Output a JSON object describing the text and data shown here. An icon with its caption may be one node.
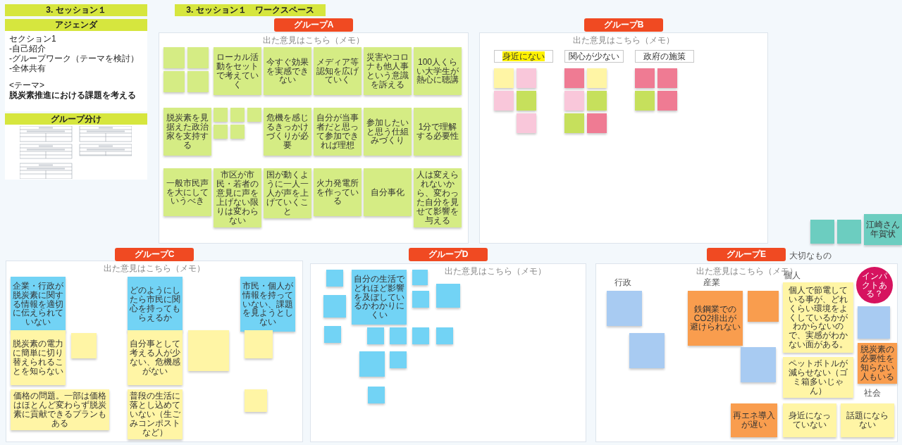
{
  "diagram": {
    "nodes": [
      {
        "text": [
          "3. セッション１"
        ]
      },
      {
        "text": [
          "3. セッション１　ワークスペース"
        ]
      },
      {
        "text": [
          "アジェンダ",
          "セクション1",
          "-自己紹介",
          "-グループワーク（テーマを検討）",
          "-全体共有",
          "<テーマ>",
          "脱炭素推進における課題を考える"
        ]
      },
      {
        "text": [
          "グループ分け"
        ]
      },
      {
        "text": [
          "出た意見はこちら（メモ）"
        ]
      },
      {
        "text": [],
        "shape": "box",
        "in": 4
      },
      {
        "text": [],
        "shape": "box",
        "in": 4
      },
      {
        "text": [],
        "shape": "box",
        "in": 4
      },
      {
        "text": [],
        "shape": "box",
        "in": 4
      },
      {
        "text": [
          "今すぐ効果を実感できない"
        ],
        "in": 4
      },
      {
        "text": [
          "メディア等認知を広げていく"
        ],
        "in": 4
      },
      {
        "text": [],
        "shape": "box",
        "in": 4
      },
      {
        "text": [
          "災害やコロナも他人事という意識を訴える"
        ],
        "in": 4
      },
      {
        "text": [
          "100人くらい大学生が熱心に聴講"
        ],
        "in": 4
      },
      {
        "text": [
          "ローカル活動をセットで考えていく"
        ],
        "in": 4
      },
      {
        "text": [],
        "shape": "box",
        "in": 4
      },
      {
        "text": [],
        "shape": "box",
        "in": 4
      },
      {
        "text": [
          "危機を感じるきっかけづくりが必要"
        ],
        "in": 4
      },
      {
        "text": [
          "自分が当事者だと思って参加できれば理想"
        ],
        "in": 4
      },
      {
        "text": [
          "参加したいと思う仕組みづくり"
        ],
        "in": 4
      },
      {
        "text": [
          "1分で理解する必要性"
        ],
        "in": 4
      },
      {
        "text": [
          "脱炭素を見据えた政治家を支持する"
        ],
        "in": 4
      },
      {
        "text": [],
        "shape": "box",
        "in": 4
      },
      {
        "text": [
          "一般市民声を大にしていうべき"
        ],
        "in": 4
      },
      {
        "text": [
          "市区が市民・若者の意見に声を上げない限りは変わらない"
        ],
        "in": 4
      },
      {
        "text": [
          "国が動くように一人一人が声を上げていくこと"
        ],
        "in": 4
      },
      {
        "text": [
          "火力発電所を作っている"
        ],
        "in": 4
      },
      {
        "text": [
          "自分事化"
        ],
        "in": 4
      },
      {
        "text": [
          "人は変えられないから、変わった自分を見せて影響を与える"
        ],
        "in": 4
      },
      {
        "text": [],
        "shape": "box",
        "in": 4
      },
      {
        "text": [
          "出た意見はこちら（メモ）"
        ]
      },
      {
        "text": [
          "身近にない"
        ],
        "in": 30
      },
      {
        "text": [
          "関心が少ない"
        ],
        "in": 30
      },
      {
        "text": [
          "政府の施策"
        ],
        "in": 30
      },
      {
        "text": [],
        "shape": "box",
        "in": 30
      },
      {
        "text": [],
        "shape": "box",
        "in": 30
      },
      {
        "text": [],
        "shape": "box",
        "in": 30
      },
      {
        "text": [],
        "shape": "box",
        "in": 30
      },
      {
        "text": [],
        "shape": "box",
        "in": 30
      },
      {
        "text": [],
        "shape": "box",
        "in": 30
      },
      {
        "text": [],
        "shape": "box",
        "in": 30
      },
      {
        "text": [],
        "shape": "box",
        "in": 30
      },
      {
        "text": [],
        "shape": "box",
        "in": 30
      },
      {
        "text": [],
        "shape": "box",
        "in": 30
      },
      {
        "text": [],
        "shape": "box",
        "in": 30
      },
      {
        "text": [],
        "shape": "box",
        "in": 30
      },
      {
        "text": [],
        "shape": "box",
        "in": 30
      },
      {
        "text": [],
        "shape": "box",
        "in": 30
      },
      {
        "text": [],
        "shape": "box",
        "in": 30
      },
      {
        "text": [
          "出た意見はこちら（メモ）"
        ]
      },
      {
        "text": [
          "企業・行政が脱炭素に関する情報を適切に伝えられていない"
        ],
        "in": 49
      },
      {
        "text": [
          "どのようにしたら市民に関心を持ってもらえるか"
        ],
        "in": 49
      },
      {
        "text": [
          "市民・個人が情報を持っていない、課題を見ようとしない"
        ],
        "in": 49
      },
      {
        "text": [
          "脱炭素の電力に簡単に切り替えられることを知らない"
        ],
        "in": 49
      },
      {
        "text": [],
        "shape": "box",
        "in": 49
      },
      {
        "text": [
          "自分事として考える人が少ない、危機感がない"
        ],
        "in": 49
      },
      {
        "text": [],
        "shape": "box",
        "in": 49
      },
      {
        "text": [],
        "shape": "box",
        "in": 49
      },
      {
        "text": [
          "価格の問題。一部は価格はほとんど変わらず脱炭素に貢献できるプランもある"
        ],
        "in": 49
      },
      {
        "text": [
          "普段の生活に落とし込めていない（生ごみコンポストなど）"
        ],
        "in": 49
      },
      {
        "text": [],
        "shape": "box",
        "in": 49
      },
      {
        "text": [
          "出た意見はこちら（メモ）"
        ]
      },
      {
        "text": [],
        "shape": "box",
        "in": 61
      },
      {
        "text": [
          "自分の生活でどれほど影響を及ぼしているかわかりにくい"
        ],
        "in": 61
      },
      {
        "text": [],
        "shape": "box",
        "in": 61
      },
      {
        "text": [],
        "shape": "box",
        "in": 61
      },
      {
        "text": [],
        "shape": "box",
        "in": 61
      },
      {
        "text": [],
        "shape": "box",
        "in": 61
      },
      {
        "text": [],
        "shape": "box",
        "in": 61
      },
      {
        "text": [],
        "shape": "box",
        "in": 61
      },
      {
        "text": [],
        "shape": "box",
        "in": 61
      },
      {
        "text": [],
        "shape": "box",
        "in": 61
      },
      {
        "text": [],
        "shape": "box",
        "in": 61
      },
      {
        "text": [],
        "shape": "box",
        "in": 61
      },
      {
        "text": [],
        "shape": "box",
        "in": 61
      },
      {
        "text": [],
        "shape": "box",
        "in": 61
      },
      {
        "text": [
          "出た意見はこちら（メモ）"
        ]
      },
      {
        "text": [],
        "shape": "box",
        "in": 76
      },
      {
        "text": [],
        "shape": "box",
        "in": 76
      },
      {
        "text": [
          "鉄鋼業でのCO2排出が避けられない"
        ],
        "in": 76
      },
      {
        "text": [],
        "shape": "box",
        "in": 76
      },
      {
        "text": [
          "個人で節電している事が、どれくらい環境をよくしているかがわからないので、実感がわかない面がある。"
        ],
        "in": 76
      },
      {
        "text": [
          "インパクトある？"
        ],
        "in": 76
      },
      {
        "text": [],
        "shape": "box",
        "in": 76
      },
      {
        "text": [],
        "shape": "box",
        "in": 76
      },
      {
        "text": [
          "ペットボトルが減らせない（ゴミ箱多いじゃん）"
        ],
        "in": 76
      },
      {
        "text": [
          "脱炭素の必要性を知らない人もいる"
        ],
        "in": 76
      },
      {
        "text": [
          "再エネ導入が遅い"
        ],
        "in": 76
      },
      {
        "text": [
          "身近になっていない"
        ],
        "in": 76
      },
      {
        "text": [
          "話題にならない"
        ],
        "in": 76
      },
      {
        "text": [],
        "shape": "box"
      },
      {
        "text": [],
        "shape": "box"
      },
      {
        "text": [
          "江崎さん年賀状"
        ]
      },
      {
        "text": [
          "グループA"
        ]
      },
      {
        "text": [
          "グループB"
        ]
      },
      {
        "text": [
          "グループC"
        ]
      },
      {
        "text": [
          "グループD"
        ]
      },
      {
        "text": [
          "グループE"
        ]
      }
    ],
    "labels": [
      "大切なもの",
      "行政",
      "産業",
      "個人",
      "社会"
    ]
  }
}
